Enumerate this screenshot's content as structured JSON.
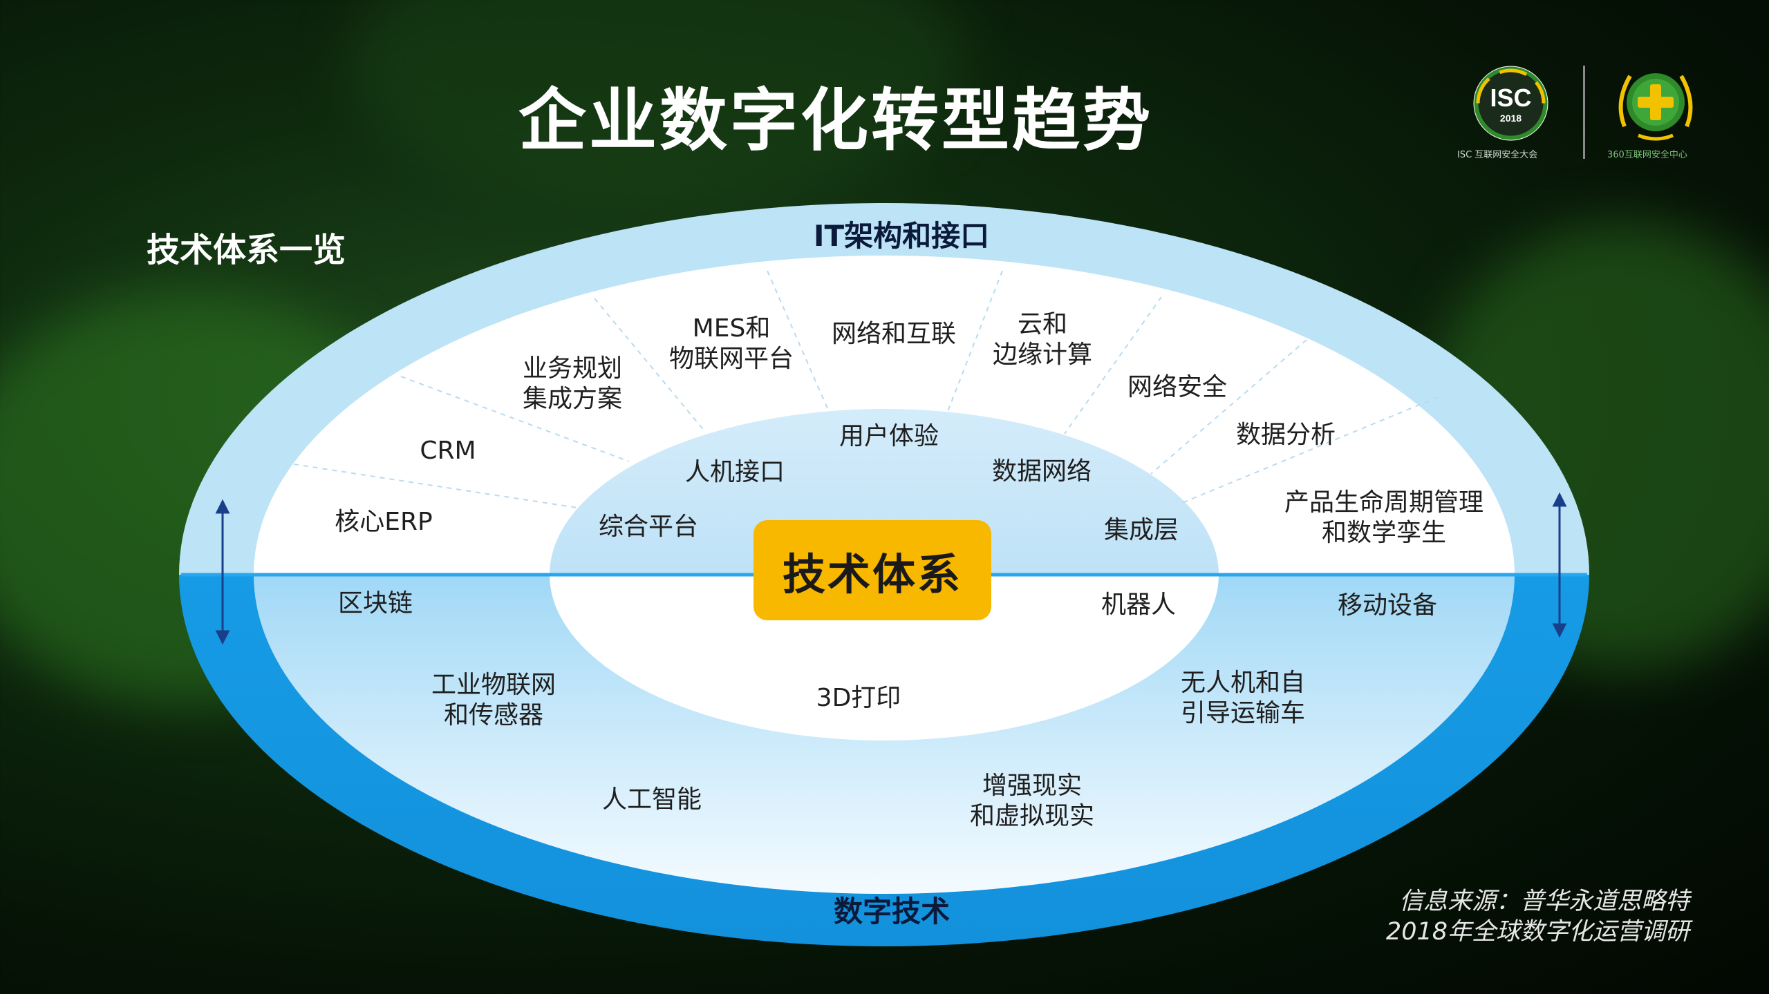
{
  "title": "企业数字化转型趋势",
  "section_label": "技术体系一览",
  "logos": {
    "isc": {
      "main": "ISC",
      "year": "2018",
      "caption": "ISC 互联网安全大会"
    },
    "center": {
      "caption": "360互联网安全中心"
    }
  },
  "rings": {
    "outer_top": "IT架构和接口",
    "outer_bottom": "数字技术",
    "core": "技术体系"
  },
  "upper_outer_items": [
    "核心ERP",
    "CRM",
    "业务规划\n集成方案",
    "MES和\n物联网平台",
    "网络和互联",
    "云和\n边缘计算",
    "网络安全",
    "数据分析",
    "产品生命周期管理\n和数学孪生"
  ],
  "upper_inner_items": [
    "综合平台",
    "人机接口",
    "用户体验",
    "数据网络",
    "集成层"
  ],
  "lower_outer_items": [
    "区块链",
    "工业物联网\n和传感器",
    "人工智能",
    "增强现实\n和虚拟现实",
    "无人机和自\n引导运输车",
    "移动设备"
  ],
  "lower_inner_items": [
    "3D打印",
    "机器人"
  ],
  "source": {
    "line1": "信息来源：普华永道思略特",
    "line2": "2018年全球数字化运营调研"
  },
  "colors": {
    "outer_ring_top": "#bde3f7",
    "outer_ring_bottom": "#1aa5ef",
    "inner_band_top": "#ffffff",
    "core_highlight": "#f9b800",
    "logo_green": "#2f8a2a",
    "logo_yellow": "#f2c200"
  },
  "icons": [
    "isc-logo-icon",
    "360-security-logo-icon",
    "double-arrow-icon"
  ]
}
